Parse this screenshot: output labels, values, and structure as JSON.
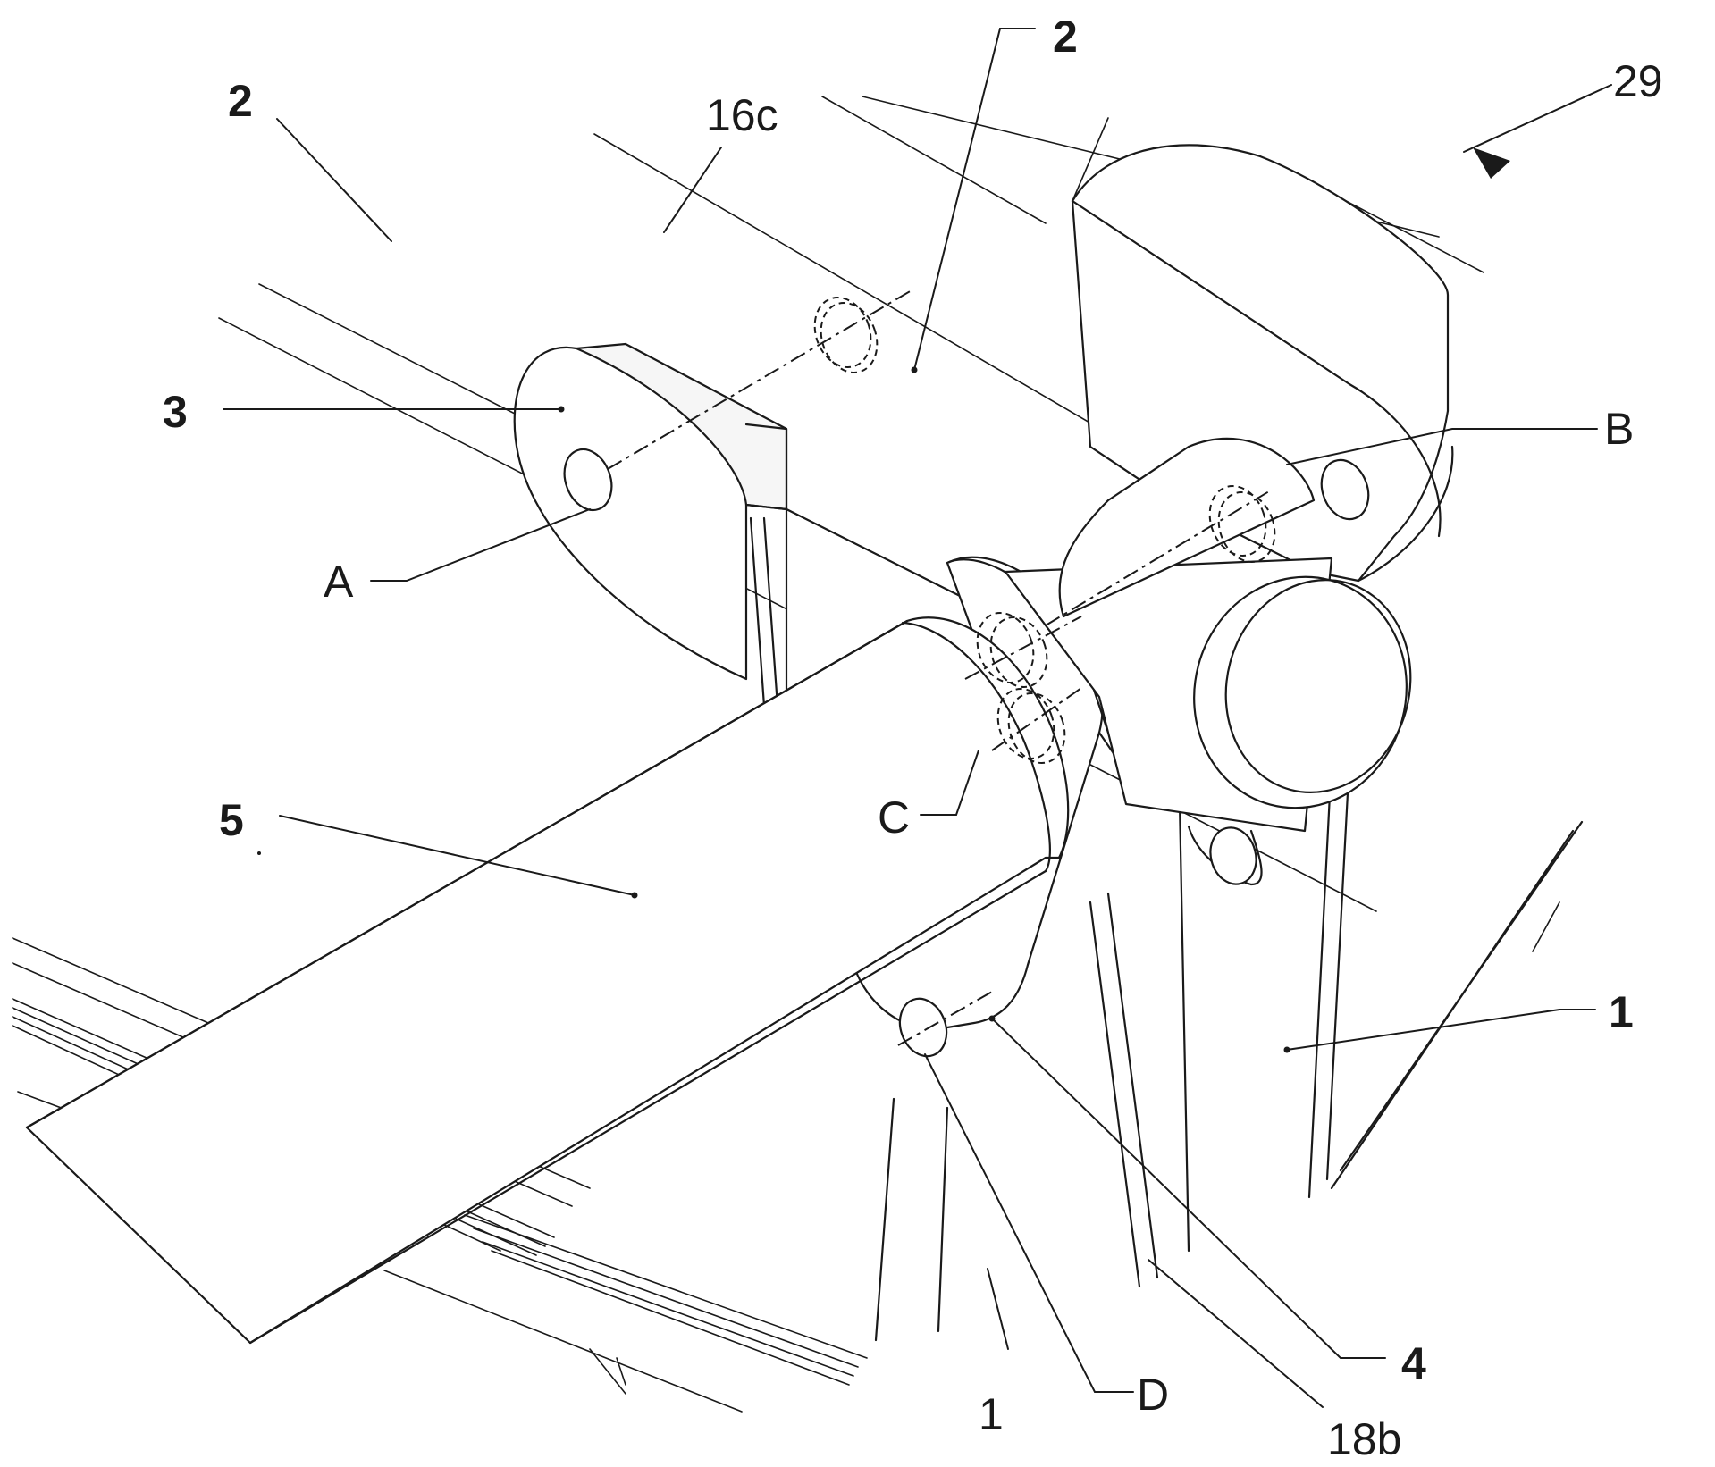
{
  "figure": {
    "reference_numerals": {
      "r2_left": "2",
      "r2_top": "2",
      "r16c": "16c",
      "r29": "29",
      "r3": "3",
      "rB": "B",
      "rA": "A",
      "rC": "C",
      "r5": "5",
      "r1_right": "1",
      "r4": "4",
      "rD": "D",
      "r1_bottom": "1",
      "r18b": "18b"
    }
  }
}
